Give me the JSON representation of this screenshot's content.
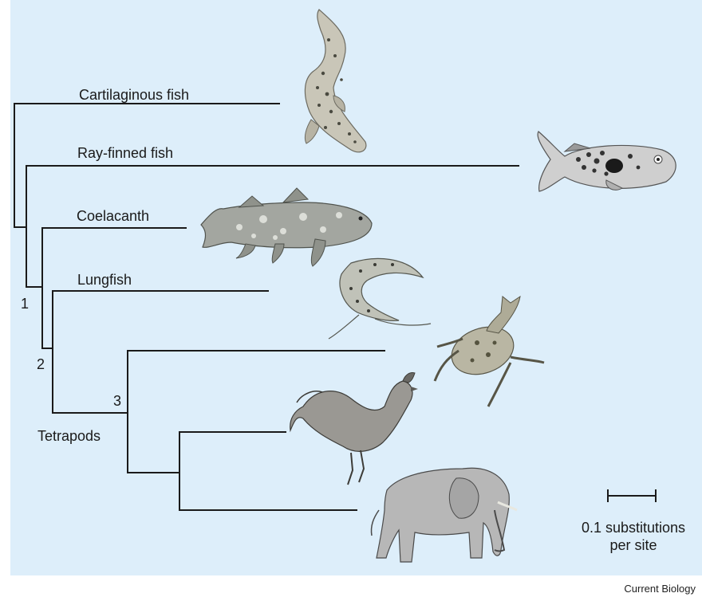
{
  "taxa": {
    "cartilaginous": "Cartilaginous fish",
    "rayfinned": "Ray-finned fish",
    "coelacanth": "Coelacanth",
    "lungfish": "Lungfish",
    "tetrapods": "Tetrapods"
  },
  "nodes": {
    "n1": "1",
    "n2": "2",
    "n3": "3"
  },
  "scale": {
    "line1": "0.1 substitutions",
    "line2": "per site"
  },
  "credit": "Current Biology",
  "illustrations": [
    "shark-illustration",
    "pufferfish-illustration",
    "coelacanth-illustration",
    "lungfish-illustration",
    "frog-illustration",
    "rooster-illustration",
    "elephant-illustration"
  ],
  "colors": {
    "background": "#ddeefa",
    "branch": "#1a1a1a"
  }
}
